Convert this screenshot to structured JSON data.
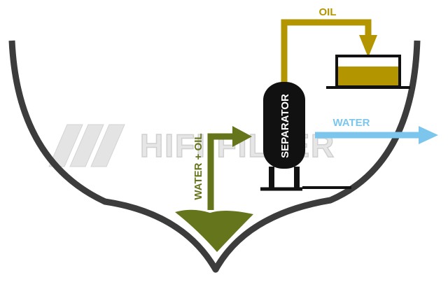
{
  "labels": {
    "oil": "OIL",
    "water": "WATER",
    "water_oil": "WATER + OIL",
    "separator": "SEPARATOR"
  },
  "watermark": "HIFI FILTER",
  "colors": {
    "hull": "#3c3c3c",
    "oil": "#b39500",
    "water": "#7cc6ee",
    "mixture": "#65751b",
    "separator_body": "#111111",
    "watermark": "#d9d9d9"
  }
}
